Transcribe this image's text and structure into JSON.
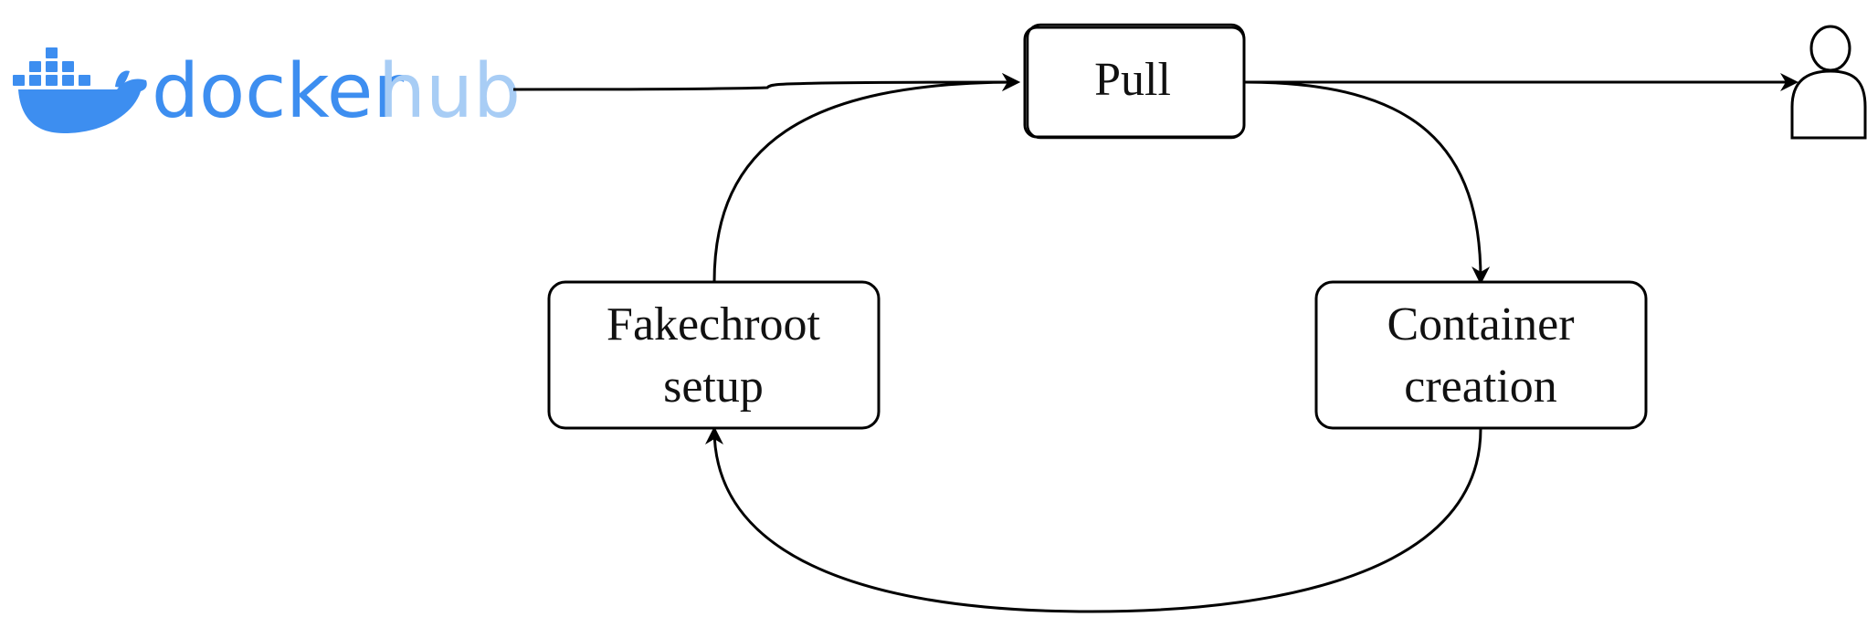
{
  "logo": {
    "word1": "docker",
    "word2": "hub",
    "color_primary": "#3d8ef0",
    "color_secondary": "#a8cdf5"
  },
  "nodes": {
    "pull": {
      "label": "Pull"
    },
    "fakechroot": {
      "line1": "Fakechroot",
      "line2": "setup"
    },
    "container": {
      "line1": "Container",
      "line2": "creation"
    }
  },
  "icons": {
    "user": "user-icon",
    "docker_whale": "docker-whale-icon"
  },
  "colors": {
    "stroke": "#000000",
    "background": "#ffffff"
  }
}
